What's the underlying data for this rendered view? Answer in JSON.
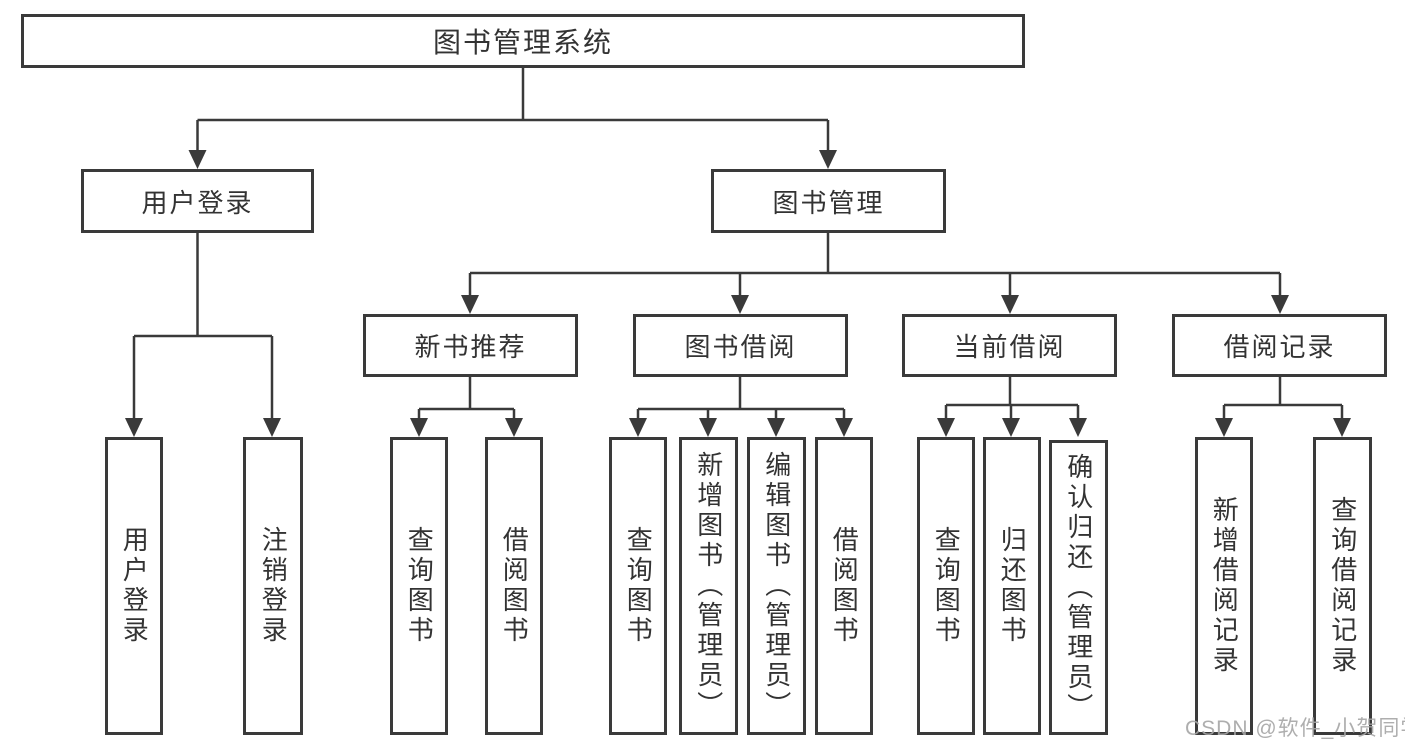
{
  "diagram": {
    "root": {
      "label": "图书管理系统"
    },
    "login": {
      "label": "用户登录",
      "children": [
        {
          "label": "用户登录"
        },
        {
          "label": "注销登录"
        }
      ]
    },
    "mgmt": {
      "label": "图书管理",
      "groups": [
        {
          "label": "新书推荐",
          "children": [
            {
              "label": "查询图书"
            },
            {
              "label": "借阅图书"
            }
          ]
        },
        {
          "label": "图书借阅",
          "children": [
            {
              "label": "查询图书"
            },
            {
              "label": "新增图书（管理员）"
            },
            {
              "label": "编辑图书（管理员）"
            },
            {
              "label": "借阅图书"
            }
          ]
        },
        {
          "label": "当前借阅",
          "children": [
            {
              "label": "查询图书"
            },
            {
              "label": "归还图书"
            },
            {
              "label": "确认归还（管理员）"
            }
          ]
        },
        {
          "label": "借阅记录",
          "children": [
            {
              "label": "新增借阅记录"
            },
            {
              "label": "查询借阅记录"
            }
          ]
        }
      ]
    }
  },
  "watermark": {
    "text": "CSDN @软件_小贺同学"
  },
  "colors": {
    "line": "#3a3a3a",
    "text": "#333333",
    "box_fill": "#ffffff",
    "background": "#ffffff",
    "watermark": "#a6a6a6"
  }
}
